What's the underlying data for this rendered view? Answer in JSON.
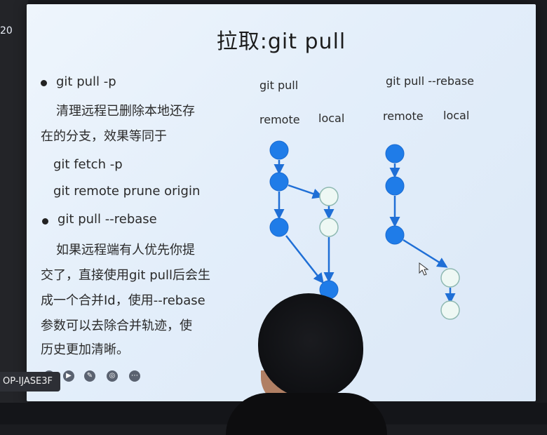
{
  "corner_number": "20",
  "device_tag": "OP-IJASE3F",
  "slide": {
    "title": "拉取:git pull",
    "left_text": [
      {
        "text": "git pull -p",
        "bullet": true
      },
      {
        "text": "清理远程已删除本地还存",
        "bullet": false
      },
      {
        "text": "在的分支，效果等同于",
        "bullet": false
      },
      {
        "text": "git fetch -p",
        "bullet": false
      },
      {
        "text": "git remote prune origin",
        "bullet": false
      },
      {
        "text": "git pull --rebase",
        "bullet": true
      },
      {
        "text": "如果远程端有人优先你提",
        "bullet": false
      },
      {
        "text": "交了，直接使用git pull后会生",
        "bullet": false
      },
      {
        "text": "成一个合并Id，使用--rebase",
        "bullet": false
      },
      {
        "text": "参数可以去除合并轨迹，使",
        "bullet": false
      },
      {
        "text": "历史更加清晰。",
        "bullet": false
      }
    ],
    "diagram": {
      "pull_title": "git pull",
      "rebase_title": "git pull --rebase",
      "remote_label": "remote",
      "local_label": "local"
    }
  },
  "toolbar": {
    "icons": [
      "record-icon",
      "play-icon",
      "pen-icon",
      "capture-icon",
      "more-icon"
    ]
  },
  "colors": {
    "commit_existing": "#1f7ce8",
    "commit_new": "#eef8f4",
    "edge": "#1f6fd6"
  }
}
